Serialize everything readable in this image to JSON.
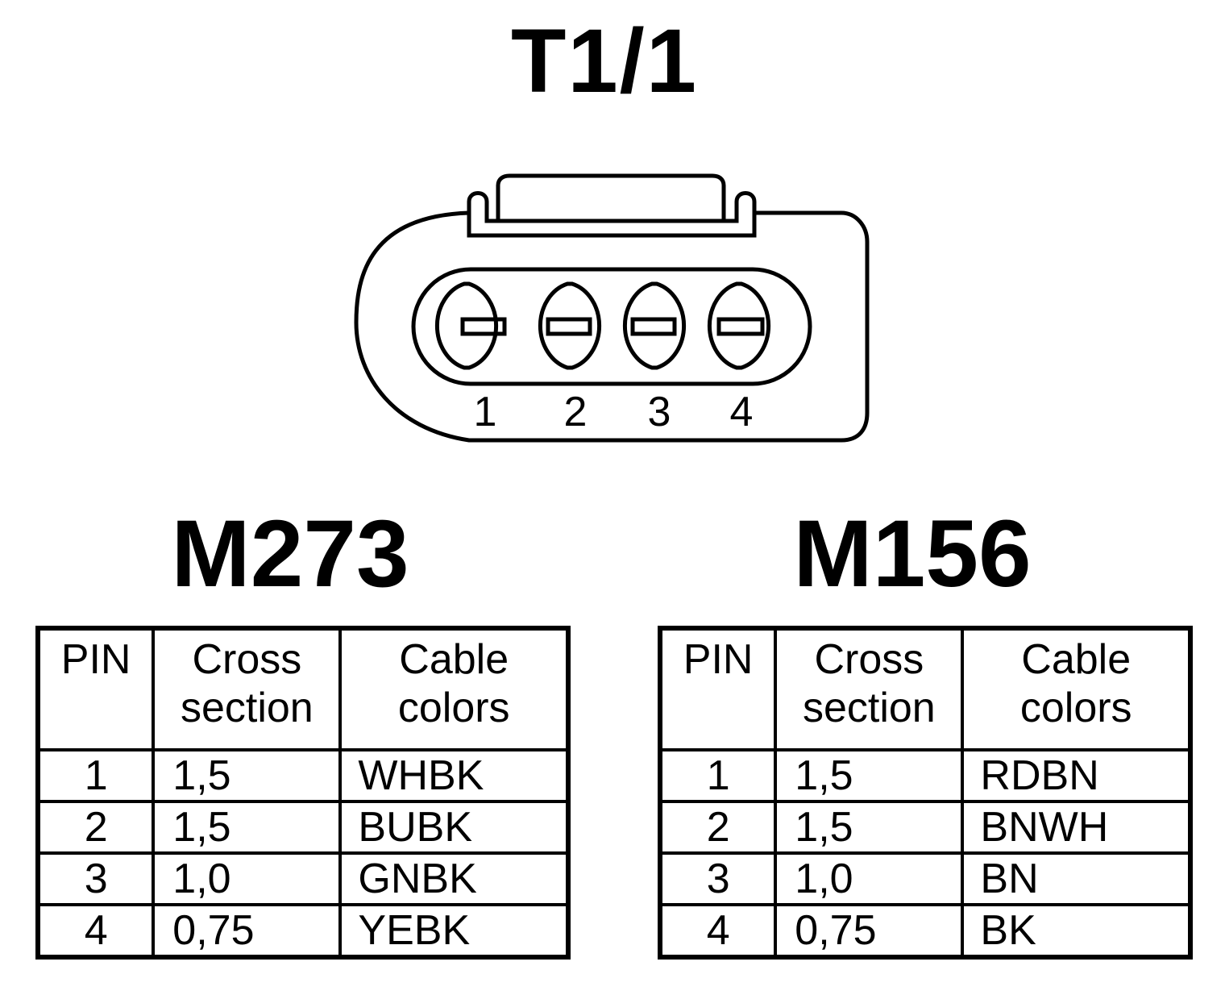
{
  "connector": {
    "title": "T1/1",
    "pin_numbers": [
      "1",
      "2",
      "3",
      "4"
    ]
  },
  "tables": [
    {
      "model": "M273",
      "headers": {
        "pin": "PIN",
        "cross_line1": "Cross",
        "cross_line2": "section",
        "cable_line1": "Cable",
        "cable_line2": "colors"
      },
      "rows": [
        {
          "pin": "1",
          "cross_section": "1,5",
          "color": "WHBK"
        },
        {
          "pin": "2",
          "cross_section": "1,5",
          "color": "BUBK"
        },
        {
          "pin": "3",
          "cross_section": "1,0",
          "color": "GNBK"
        },
        {
          "pin": "4",
          "cross_section": "0,75",
          "color": "YEBK"
        }
      ]
    },
    {
      "model": "M156",
      "headers": {
        "pin": "PIN",
        "cross_line1": "Cross",
        "cross_line2": "section",
        "cable_line1": "Cable",
        "cable_line2": "colors"
      },
      "rows": [
        {
          "pin": "1",
          "cross_section": "1,5",
          "color": "RDBN"
        },
        {
          "pin": "2",
          "cross_section": "1,5",
          "color": "BNWH"
        },
        {
          "pin": "3",
          "cross_section": "1,0",
          "color": "BN"
        },
        {
          "pin": "4",
          "cross_section": "0,75",
          "color": "BK"
        }
      ]
    }
  ]
}
